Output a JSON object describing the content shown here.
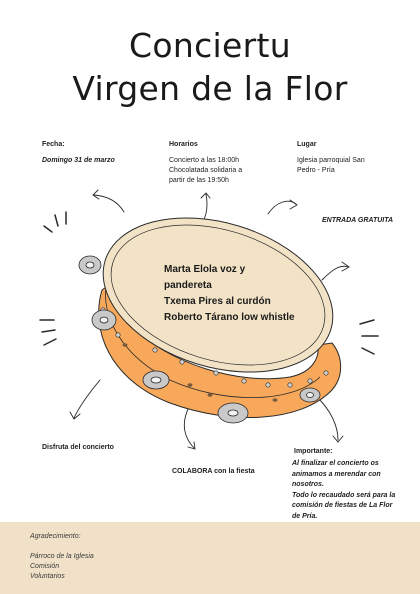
{
  "title": {
    "line1": "Conciertu",
    "line2": "Virgen de la Flor"
  },
  "fecha": {
    "label": "Fecha:",
    "value": "Domingo 31 de marzo"
  },
  "horarios": {
    "label": "Horarios",
    "lines": [
      "Concierto a las 18:00h",
      "Chocolatada solidaria a",
      "partir de las 19:50h"
    ]
  },
  "lugar": {
    "label": "Lugar",
    "lines": [
      "Iglesia parroquial San",
      "Pedro - Pría"
    ]
  },
  "entrada": "ENTRADA GRATUITA",
  "performers": [
    "Marta Elola voz y",
    "pandereta",
    "Txema Pires al curdón",
    "Roberto Tárano low whistle"
  ],
  "disfruta": "Disfruta del concierto",
  "colabora": "COLABORA con la fiesta",
  "importante": {
    "label": "Importante:",
    "lines": [
      "Al finalizar el concierto os",
      "animamos a merendar con",
      "nosotros.",
      "Todo lo recaudado será para la",
      "comisión de fiestas de La Flor",
      "de Pría."
    ]
  },
  "footer": {
    "heading": "Agradecimiento:",
    "items": [
      "Párroco de la Iglesia",
      "Comisión",
      "Voluntarios"
    ]
  },
  "colors": {
    "drum_head": "#f3e3c6",
    "drum_shell": "#f7a85a",
    "footer_bg": "#f1e1c8",
    "ink": "#1e1e1e"
  },
  "icons": [
    "tambourine-illustration",
    "curved-arrow-icon",
    "burst-lines-icon"
  ]
}
